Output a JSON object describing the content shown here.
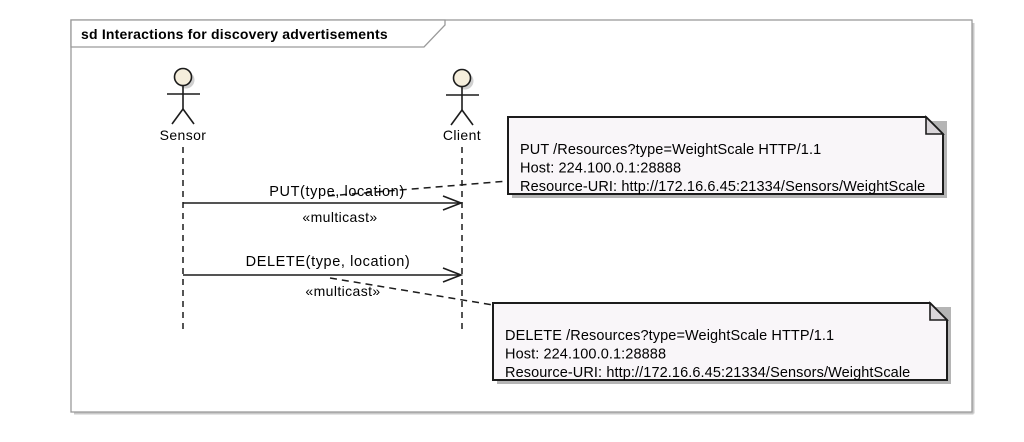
{
  "diagram": {
    "title": "sd Interactions for discovery advertisements",
    "actors": [
      {
        "name": "Sensor"
      },
      {
        "name": "Client"
      }
    ],
    "messages": [
      {
        "label": "PUT(type, location)",
        "stereotype": "«multicast»",
        "from": "Sensor",
        "to": "Client"
      },
      {
        "label": "DELETE(type, location)",
        "stereotype": "«multicast»",
        "from": "Sensor",
        "to": "Client"
      }
    ],
    "notes": [
      {
        "lines": [
          "PUT /Resources?type=WeightScale HTTP/1.1",
          "Host: 224.100.0.1:28888",
          "Resource-URI: http://172.16.6.45:21334/Sensors/WeightScale"
        ]
      },
      {
        "lines": [
          "DELETE /Resources?type=WeightScale HTTP/1.1",
          "Host: 224.100.0.1:28888",
          "Resource-URI: http://172.16.6.45:21334/Sensors/WeightScale"
        ]
      }
    ],
    "colors": {
      "line": "#1c1c1c",
      "frame_border": "#9a9a9a",
      "frame_shadow": "#c9c9c9",
      "note_fill": "#f9f6f9",
      "note_fold_fill": "#d9d5d9",
      "note_shadow": "#b5b5b5",
      "actor_head_fill": "#f5eedc",
      "actor_shadow": "#cfcfcf",
      "text": "#000000"
    }
  }
}
